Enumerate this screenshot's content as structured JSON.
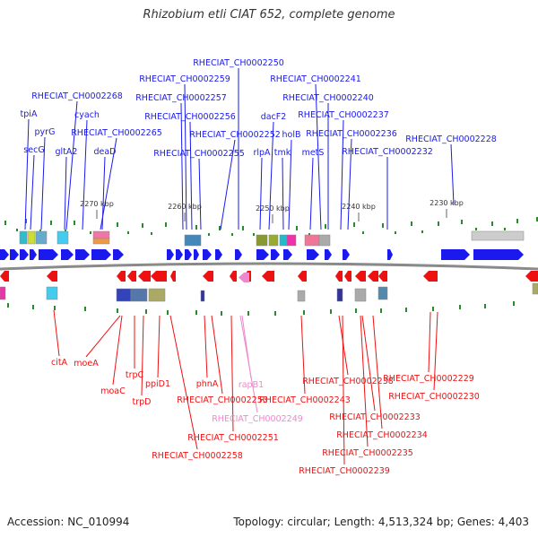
{
  "title": "Rhizobium etli CIAT 652, complete genome",
  "footer": {
    "accession": "Accession: NC_010994",
    "summary": "Topology: circular; Length: 4,513,324 bp; Genes: 4,403"
  },
  "colors": {
    "forward": "#1a1aee",
    "reverse": "#ee1111",
    "highlight": "#ee88cc",
    "backbone": "#8a8a8a",
    "tick": "#2a8a2a"
  },
  "scale_labels": [
    "2270 kbp",
    "2260 kbp",
    "2250 kbp",
    "2240 kbp",
    "2230 kbp"
  ],
  "forward_labels": [
    {
      "text": "tpiA"
    },
    {
      "text": "secG"
    },
    {
      "text": "pyrG"
    },
    {
      "text": "gltA2"
    },
    {
      "text": "RHECIAT_CH0002268"
    },
    {
      "text": "cyach"
    },
    {
      "text": "RHECIAT_CH0002265"
    },
    {
      "text": "deaD"
    },
    {
      "text": "RHECIAT_CH0002259"
    },
    {
      "text": "RHECIAT_CH0002257"
    },
    {
      "text": "RHECIAT_CH0002256"
    },
    {
      "text": "RHECIAT_CH0002255"
    },
    {
      "text": "RHECIAT_CH0002250"
    },
    {
      "text": "RHECIAT_CH0002252"
    },
    {
      "text": "rlpA"
    },
    {
      "text": "dacF2"
    },
    {
      "text": "tmk"
    },
    {
      "text": "holB"
    },
    {
      "text": "metS"
    },
    {
      "text": "RHECIAT_CH0002241"
    },
    {
      "text": "RHECIAT_CH0002240"
    },
    {
      "text": "RHECIAT_CH0002237"
    },
    {
      "text": "RHECIAT_CH0002236"
    },
    {
      "text": "RHECIAT_CH0002232"
    },
    {
      "text": "RHECIAT_CH0002228"
    }
  ],
  "reverse_labels": [
    {
      "text": "citA"
    },
    {
      "text": "moeA"
    },
    {
      "text": "moaC"
    },
    {
      "text": "trpC"
    },
    {
      "text": "trpD"
    },
    {
      "text": "ppiD1"
    },
    {
      "text": "phnA"
    },
    {
      "text": "RHECIAT_CH0002253"
    },
    {
      "text": "rapB1",
      "style": "highlight"
    },
    {
      "text": "RHECIAT_CH0002249",
      "style": "highlight"
    },
    {
      "text": "RHECIAT_CH0002251"
    },
    {
      "text": "RHECIAT_CH0002258"
    },
    {
      "text": "RHECIAT_CH0002243"
    },
    {
      "text": "RHECIAT_CH0002238"
    },
    {
      "text": "RHECIAT_CH0002229"
    },
    {
      "text": "RHECIAT_CH0002230"
    },
    {
      "text": "RHECIAT_CH0002233"
    },
    {
      "text": "RHECIAT_CH0002234"
    },
    {
      "text": "RHECIAT_CH0002235"
    },
    {
      "text": "RHECIAT_CH0002239"
    }
  ]
}
